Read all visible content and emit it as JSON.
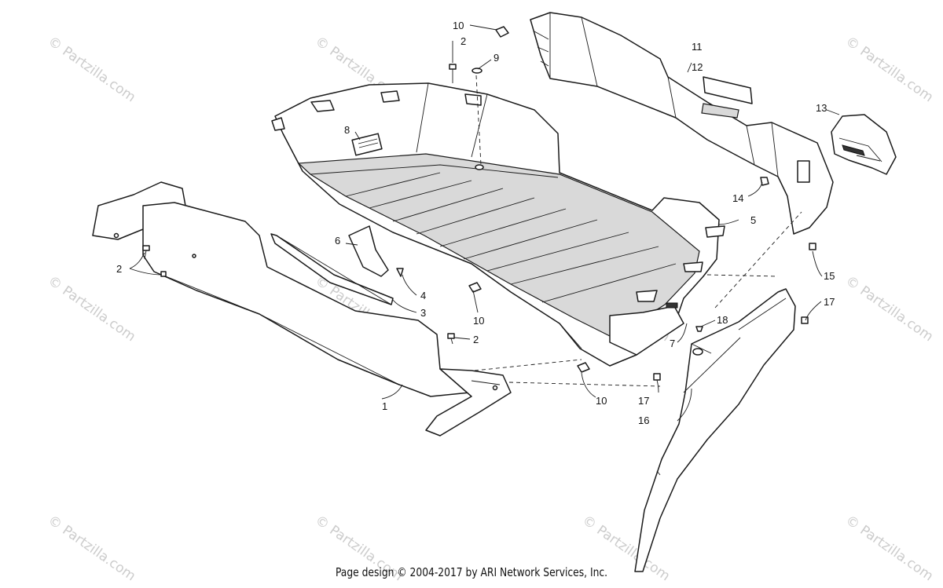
{
  "diagram": {
    "callouts": [
      {
        "id": "c1",
        "text": "1"
      },
      {
        "id": "c2a",
        "text": "2"
      },
      {
        "id": "c2b",
        "text": "2"
      },
      {
        "id": "c2c",
        "text": "2"
      },
      {
        "id": "c3",
        "text": "3"
      },
      {
        "id": "c4",
        "text": "4"
      },
      {
        "id": "c5",
        "text": "5"
      },
      {
        "id": "c6",
        "text": "6"
      },
      {
        "id": "c7",
        "text": "7"
      },
      {
        "id": "c8",
        "text": "8"
      },
      {
        "id": "c9",
        "text": "9"
      },
      {
        "id": "c10a",
        "text": "10"
      },
      {
        "id": "c10b",
        "text": "10"
      },
      {
        "id": "c10c",
        "text": "10"
      },
      {
        "id": "c11",
        "text": "11"
      },
      {
        "id": "c12",
        "text": "12"
      },
      {
        "id": "c13",
        "text": "13"
      },
      {
        "id": "c14",
        "text": "14"
      },
      {
        "id": "c15",
        "text": "15"
      },
      {
        "id": "c16",
        "text": "16"
      },
      {
        "id": "c17a",
        "text": "17"
      },
      {
        "id": "c17b",
        "text": "17"
      },
      {
        "id": "c18",
        "text": "18"
      }
    ]
  },
  "watermark": {
    "text": "© Partzilla.com",
    "main_text": "© Partzilla.com"
  },
  "footer": {
    "credit": "Page design © 2004-2017 by ARI Network Services, Inc."
  }
}
